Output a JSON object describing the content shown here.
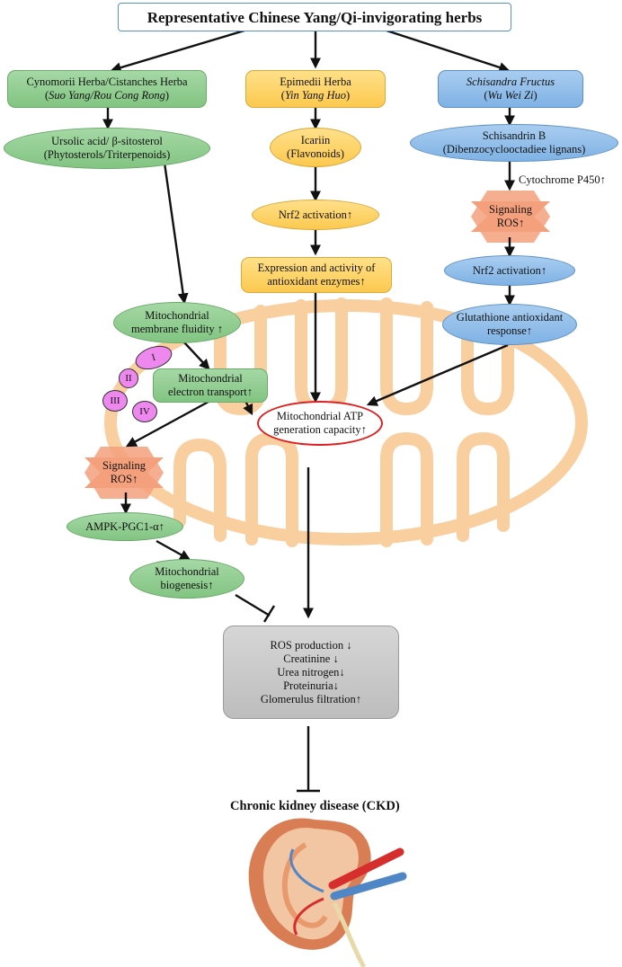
{
  "title": "Representative Chinese Yang/Qi-invigorating herbs",
  "left": {
    "herb_line1": "Cynomorii Herba/Cistanches Herba",
    "herb_line2": "Suo Yang/Rou Cong Rong",
    "compound_line1": "Ursolic acid/ β-sitosterol",
    "compound_line2": "(Phytosterols/Triterpenoids)",
    "fluidity_line1": "Mitochondrial",
    "fluidity_line2": "membrane fluidity ↑",
    "transport_line1": "Mitochondrial",
    "transport_line2": "electron transport↑",
    "complexes": [
      "I",
      "II",
      "III",
      "IV"
    ],
    "ros_line1": "Signaling",
    "ros_line2": "ROS↑",
    "ampk": "AMPK-PGC1-α↑",
    "biogenesis_line1": "Mitochondrial",
    "biogenesis_line2": "biogenesis↑"
  },
  "middle": {
    "herb_line1": "Epimedii Herba",
    "herb_line2": "Yin Yang Huo",
    "compound_line1": "Icariin",
    "compound_line2": "(Flavonoids)",
    "nrf2": "Nrf2 activation↑",
    "enzymes_line1": "Expression and activity of",
    "enzymes_line2": "antioxidant enzymes↑"
  },
  "right": {
    "herb_line1": "Schisandra Fructus",
    "herb_line2": "Wu Wei Zi",
    "compound_line1": "Schisandrin B",
    "compound_line2": "(Dibenzocyclooctadiee lignans)",
    "cyp": "Cytochrome P450↑",
    "ros_line1": "Signaling",
    "ros_line2": "ROS↑",
    "nrf2": "Nrf2 activation↑",
    "glut_line1": "Glutathione antioxidant",
    "glut_line2": "response↑"
  },
  "atp_line1": "Mitochondrial ATP",
  "atp_line2": "generation capacity↑",
  "outcomes": [
    "ROS production ↓",
    "Creatinine ↓",
    "Urea nitrogen↓",
    "Proteinuria↓",
    "Glomerulus filtration↑"
  ],
  "disease": "Chronic kidney disease (CKD)",
  "colors": {
    "green": "#8fcb8f",
    "yellow": "#fdd067",
    "blue": "#8dbbe9",
    "ros_star": "#f4a07c",
    "mitochondrion": "#f9cfa0",
    "atp_border": "#e02020",
    "complex": "#ee88ee",
    "gray": "#c8c8c8"
  }
}
